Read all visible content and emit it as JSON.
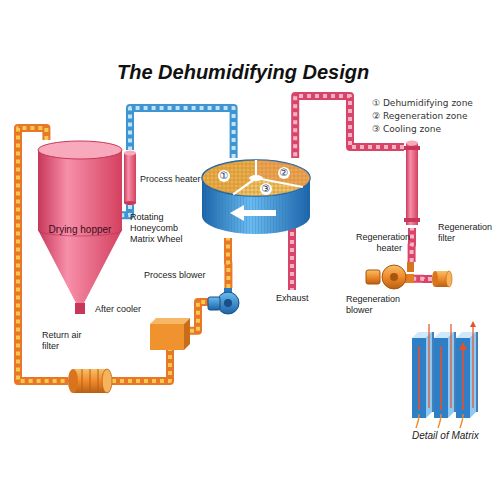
{
  "diagram": {
    "title": "The Dehumidifying Design",
    "nodes": [
      {
        "text": [
          "Drying hopper"
        ]
      },
      {
        "text": [
          "Process heater"
        ]
      },
      {
        "text": [
          "Rotating Honeycomb Matrix Wheel"
        ]
      },
      {
        "text": [
          "Process blower"
        ]
      },
      {
        "text": [
          "After cooler"
        ]
      },
      {
        "text": [
          "Return air filter"
        ]
      },
      {
        "text": [
          "Regeneration heater"
        ]
      },
      {
        "text": [
          "Regeneration filter"
        ]
      },
      {
        "text": [
          "Regeneration blower"
        ]
      }
    ],
    "edges": [
      {
        "from": 0,
        "to": 5,
        "arrow": "none"
      },
      {
        "from": 5,
        "to": 4,
        "arrow": "none"
      },
      {
        "from": 4,
        "to": 3,
        "arrow": "none"
      },
      {
        "from": 3,
        "to": 2,
        "arrow": "none"
      },
      {
        "from": 2,
        "to": 1,
        "arrow": "none"
      },
      {
        "from": 1,
        "to": 0,
        "arrow": "none"
      },
      {
        "from": 7,
        "to": 8,
        "arrow": "none"
      },
      {
        "from": 8,
        "to": 6,
        "arrow": "none"
      },
      {
        "from": 6,
        "to": 2,
        "arrow": "none"
      }
    ],
    "labels": [
      "①",
      "②",
      "③",
      "Exhaust",
      "Detail of Matrix"
    ],
    "legend": [
      {
        "text": "① Dehumidifying zone"
      },
      {
        "text": "② Regeneration zone"
      },
      {
        "text": "③ Cooling zone"
      }
    ]
  }
}
